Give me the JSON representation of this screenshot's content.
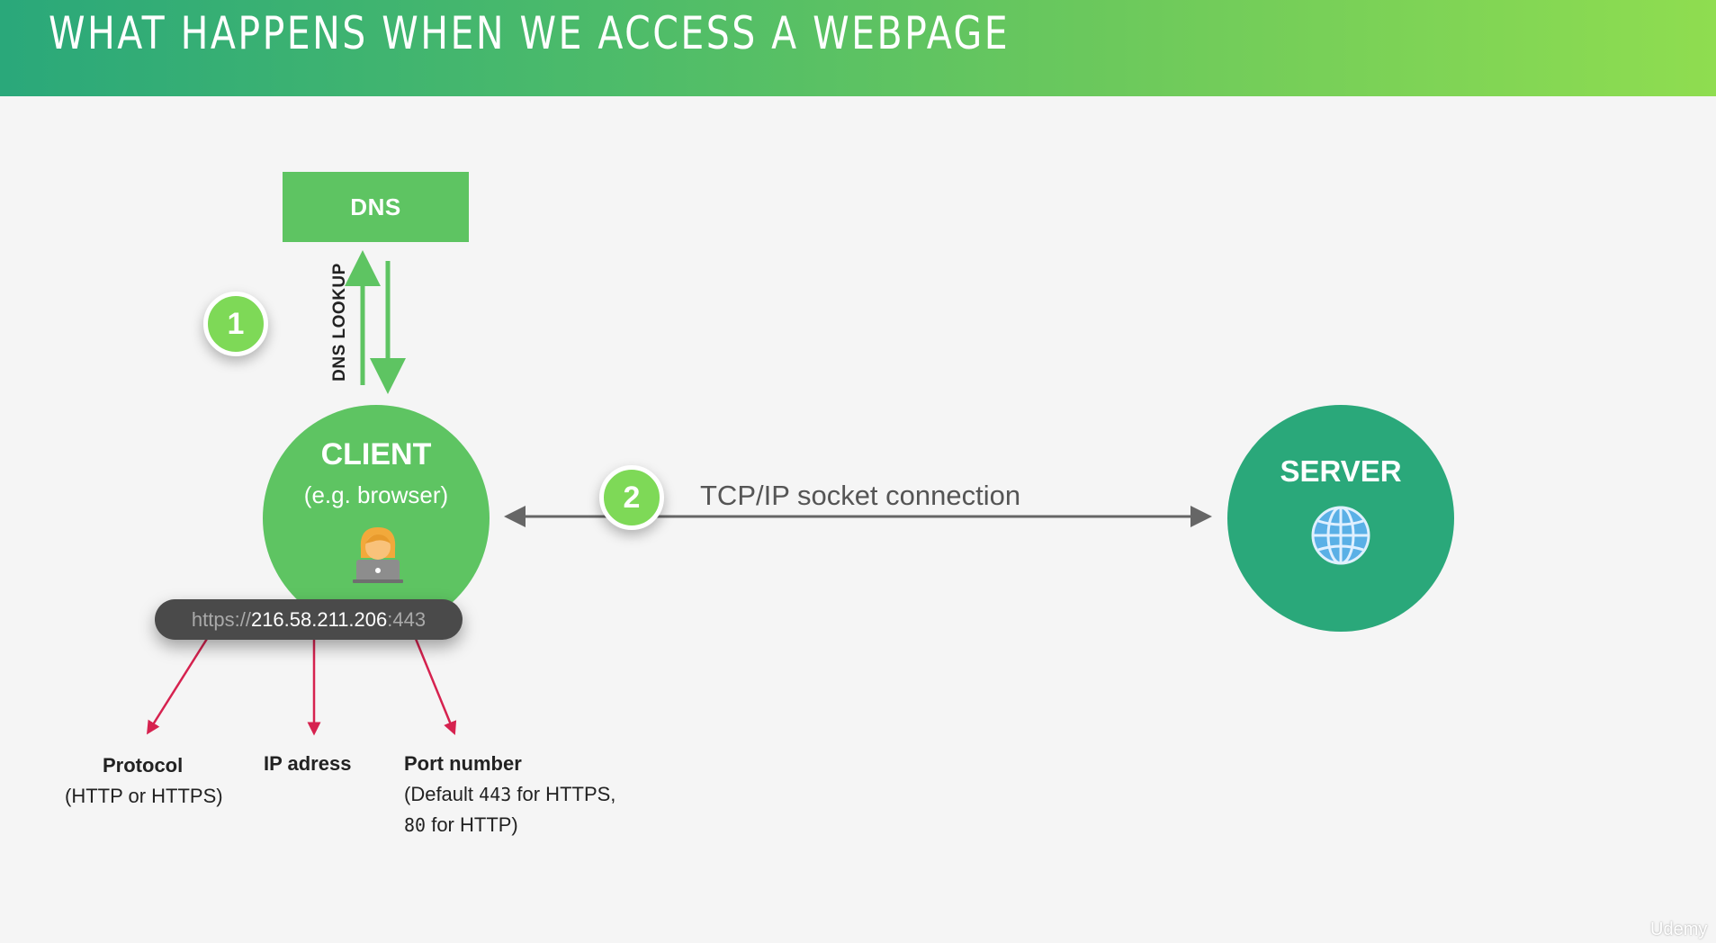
{
  "header": {
    "title": "WHAT HAPPENS WHEN WE ACCESS A WEBPAGE"
  },
  "dns": {
    "label": "DNS",
    "lookup_label": "DNS LOOKUP"
  },
  "steps": {
    "step1": "1",
    "step2": "2"
  },
  "client": {
    "title": "CLIENT",
    "subtitle": "(e.g. browser)",
    "icon": "person-with-laptop-icon"
  },
  "server": {
    "title": "SERVER",
    "icon": "globe-icon"
  },
  "connection": {
    "label": "TCP/IP socket connection"
  },
  "url": {
    "protocol": "https://",
    "ip": "216.58.211.206",
    "port": ":443"
  },
  "annotations": {
    "protocol": {
      "title": "Protocol",
      "detail": "(HTTP or HTTPS)"
    },
    "ip": {
      "title": "IP adress"
    },
    "port": {
      "title": "Port number",
      "line1_pre": "(Default ",
      "line1_code": "443",
      "line1_post": " for HTTPS,",
      "line2_code": "80",
      "line2_post": " for HTTP)"
    }
  },
  "watermark": "Udemy",
  "colors": {
    "green_light": "#5ec462",
    "green_dark": "#2aa87a",
    "badge": "#7ed957",
    "pointer": "#d6224f",
    "connector": "#666666"
  }
}
